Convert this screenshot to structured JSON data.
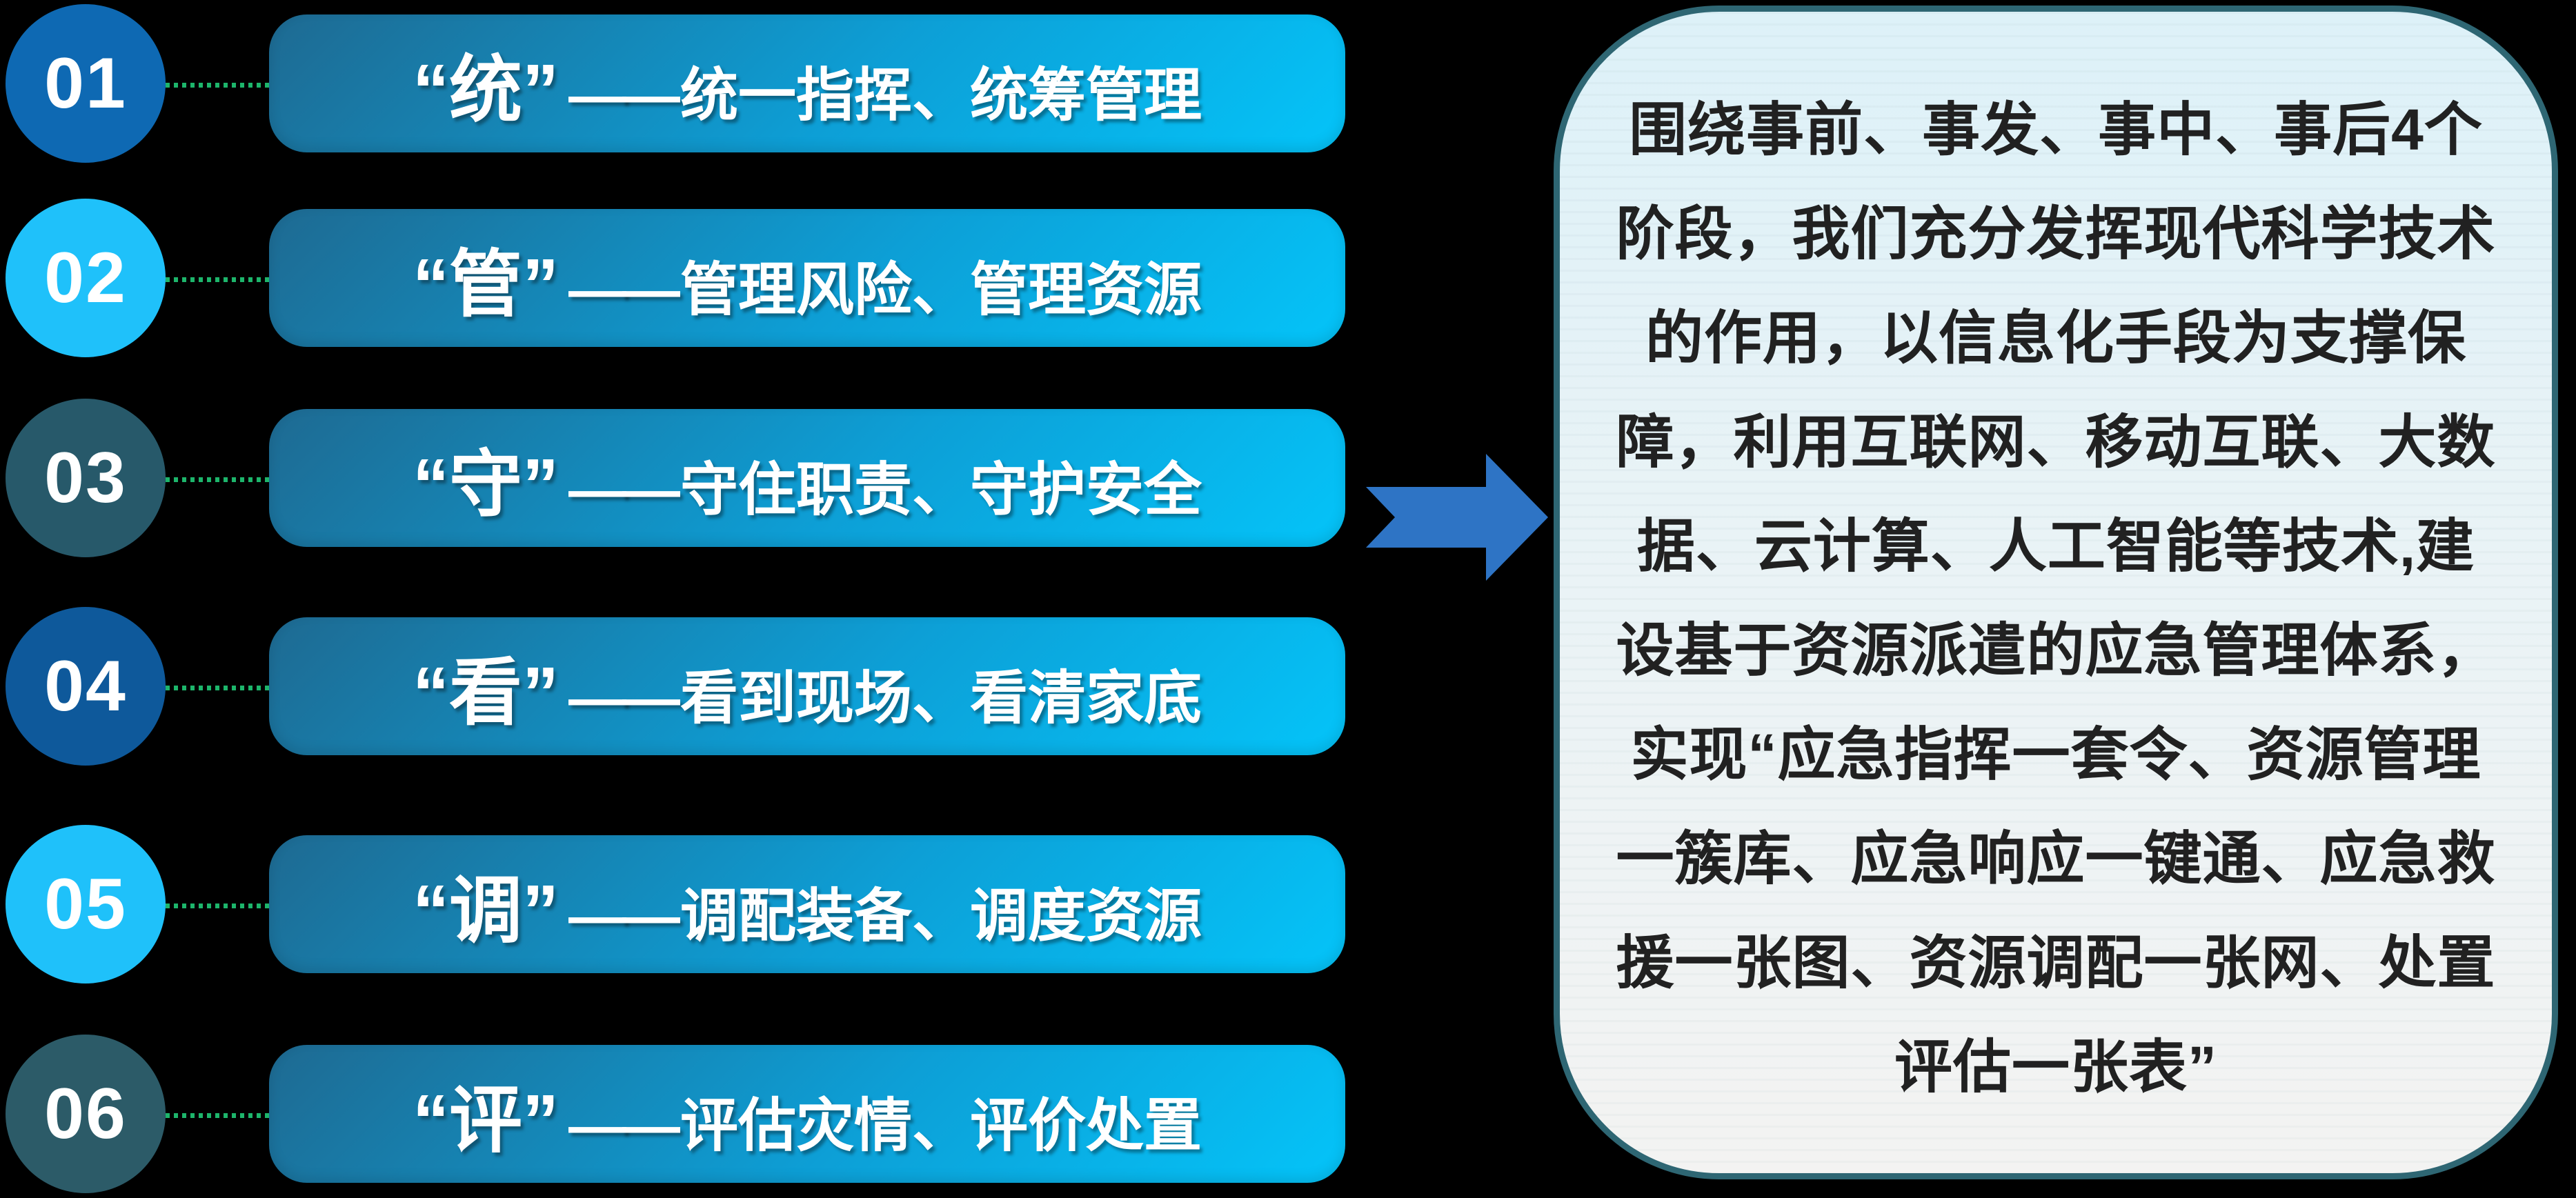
{
  "colors": {
    "bg": "#000000",
    "bar-grad-start": "#1e6a92",
    "bar-grad-mid": "#0d9fd6",
    "bar-grad-end": "#04c4f9",
    "bar-text": "#ffffff",
    "dotted-line": "#1db56b",
    "arrow": "#2e74c5",
    "panel-border": "#2e6673",
    "panel-bg-top": "#ddf1f8",
    "panel-bg-bottom": "#f3f3f2",
    "panel-text": "#212121"
  },
  "rows": [
    {
      "number": "01",
      "keyword": "“统”",
      "dash": "——",
      "desc": "统一指挥、统筹管理",
      "circle_color": "#0e69b3"
    },
    {
      "number": "02",
      "keyword": "“管”",
      "dash": "——",
      "desc": "管理风险、管理资源",
      "circle_color": "#1fc1fa"
    },
    {
      "number": "03",
      "keyword": "“守”",
      "dash": "——",
      "desc": "守住职责、守护安全",
      "circle_color": "#27596a"
    },
    {
      "number": "04",
      "keyword": "“看”",
      "dash": "——",
      "desc": "看到现场、看清家底",
      "circle_color": "#0e599b"
    },
    {
      "number": "05",
      "keyword": "“调”",
      "dash": "——",
      "desc": "调配装备、调度资源",
      "circle_color": "#1fc1fa"
    },
    {
      "number": "06",
      "keyword": "“评”",
      "dash": "——",
      "desc": "评估灾情、评价处置",
      "circle_color": "#2c5b68"
    }
  ],
  "panel": {
    "lines": [
      "围绕事前、事发、事中、事后4个",
      "阶段，我们充分发挥现代科学技术",
      "的作用，以信息化手段为支撑保",
      "障，利用互联网、移动互联、大数",
      "据、云计算、人工智能等技术,建",
      "设基于资源派遣的应急管理体系，",
      "实现“应急指挥一套令、资源管理",
      "一簇库、应急响应一键通、应急救",
      "援一张图、资源调配一张网、处置",
      "评估一张表”"
    ]
  }
}
